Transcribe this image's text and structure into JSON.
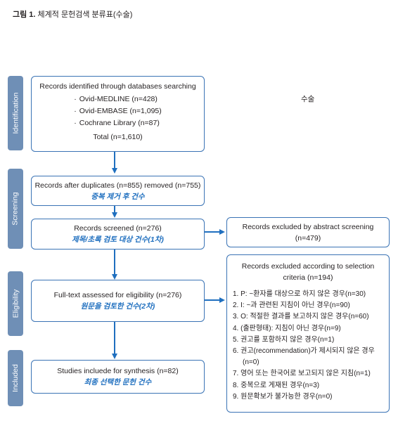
{
  "figure": {
    "label": "그림 1.",
    "title": "체계적 문헌검색 분류표(수술)"
  },
  "side_note": "수술",
  "phases": [
    {
      "label": "Identification"
    },
    {
      "label": "Screening"
    },
    {
      "label": "Eligibility"
    },
    {
      "label": "Included"
    }
  ],
  "identification": {
    "heading": "Records identified through databases searching",
    "items": [
      "Ovid-MEDLINE (n=428)",
      "Ovid-EMBASE (n=1,095)",
      "Cochrane Library (n=87)"
    ],
    "total": "Total (n=1,610)"
  },
  "duplicates": {
    "line1": "Records after duplicates (n=855) removed (n=755)",
    "line2": "중복 제거 후 건수"
  },
  "screened": {
    "line1": "Records screened (n=276)",
    "line2": "제목/초록 검토 대상 건수(1차)"
  },
  "abstract_excluded": {
    "line1": "Records excluded by abstract screening",
    "line2": "(n=479)"
  },
  "fulltext": {
    "line1": "Full-text assessed for eligibility (n=276)",
    "line2": "원문을 검토한 건수(2차)"
  },
  "criteria_excluded": {
    "heading1": "Records excluded according to selection",
    "heading2": "criteria (n=194)",
    "items": [
      "1. P: ~환자를 대상으로 하지 않은 경우(n=30)",
      "2. I: ~과 관련된 지침이 아닌 경우(n=90)",
      "3. O: 적절한 결과를 보고하지 않은 경우(n=60)",
      "4. (출판형태): 지침이 아닌 경우(n=9)",
      "5. 권고를 포함하지 않은 경우(n=1)",
      "6. 권고(recommendation)가 제시되지 않은 경우",
      "(n=0)",
      "7. 영어 또는 한국어로 보고되지 않은 지침(n=1)",
      "8. 중복으로 게재된 경우(n=3)",
      "9. 원문확보가 불가능한 경우(n=0)"
    ]
  },
  "included": {
    "line1": "Studies incluede for synthesis (n=82)",
    "line2": "최종 선택한 문헌 건수"
  }
}
